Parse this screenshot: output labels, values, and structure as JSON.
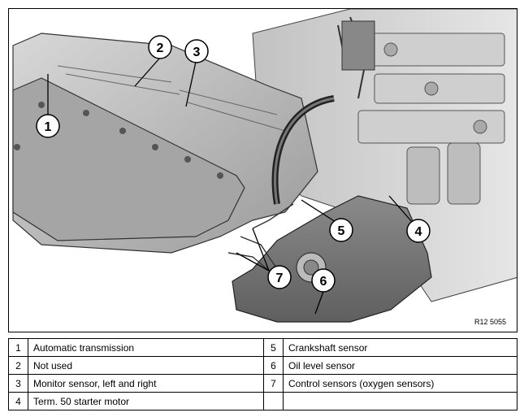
{
  "figure": {
    "reference_code": "R12 5055",
    "callouts": [
      "1",
      "2",
      "3",
      "4",
      "5",
      "6",
      "7"
    ]
  },
  "legend": {
    "rows": [
      {
        "left_num": "1",
        "left_text": "Automatic transmission",
        "right_num": "5",
        "right_text": "Crankshaft sensor"
      },
      {
        "left_num": "2",
        "left_text": "Not used",
        "right_num": "6",
        "right_text": "Oil level sensor"
      },
      {
        "left_num": "3",
        "left_text": "Monitor sensor, left and right",
        "right_num": "7",
        "right_text": "Control sensors (oxygen sensors)"
      },
      {
        "left_num": "4",
        "left_text": "Term. 50 starter motor",
        "right_num": "",
        "right_text": ""
      }
    ]
  }
}
